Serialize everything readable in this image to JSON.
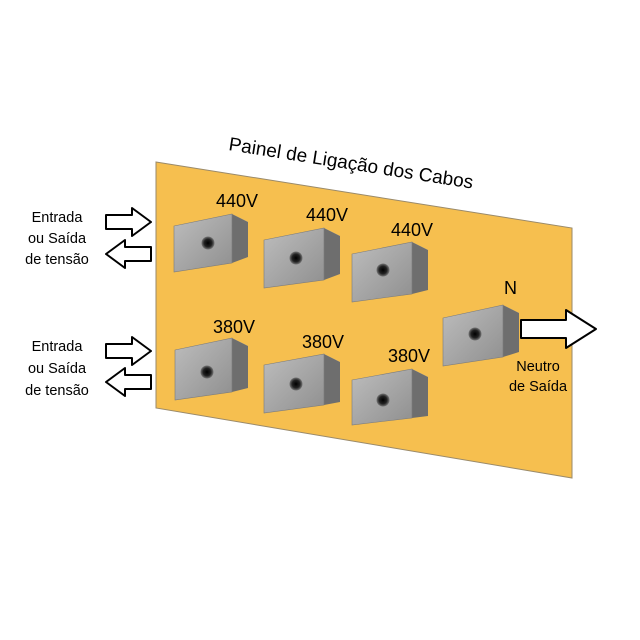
{
  "title": "Painel de Ligação dos Cabos",
  "colors": {
    "panel_fill": "#F6BF4F",
    "panel_stroke": "#9A8A6A",
    "terminal_front": "#A6A6A6",
    "terminal_top": "#D0D0D0",
    "terminal_side": "#6E6E6E",
    "hole": "#1A1A1A",
    "arrow_stroke": "#000000"
  },
  "left_labels": {
    "upper": [
      "Entrada",
      "ou Saída",
      "de tensão"
    ],
    "lower": [
      "Entrada",
      "ou Saída",
      "de tensão"
    ]
  },
  "terminals": {
    "top_row": [
      "440V",
      "440V",
      "440V"
    ],
    "bottom_row": [
      "380V",
      "380V",
      "380V"
    ],
    "neutral": "N"
  },
  "neutral_label": [
    "Neutro",
    "de Saída"
  ]
}
